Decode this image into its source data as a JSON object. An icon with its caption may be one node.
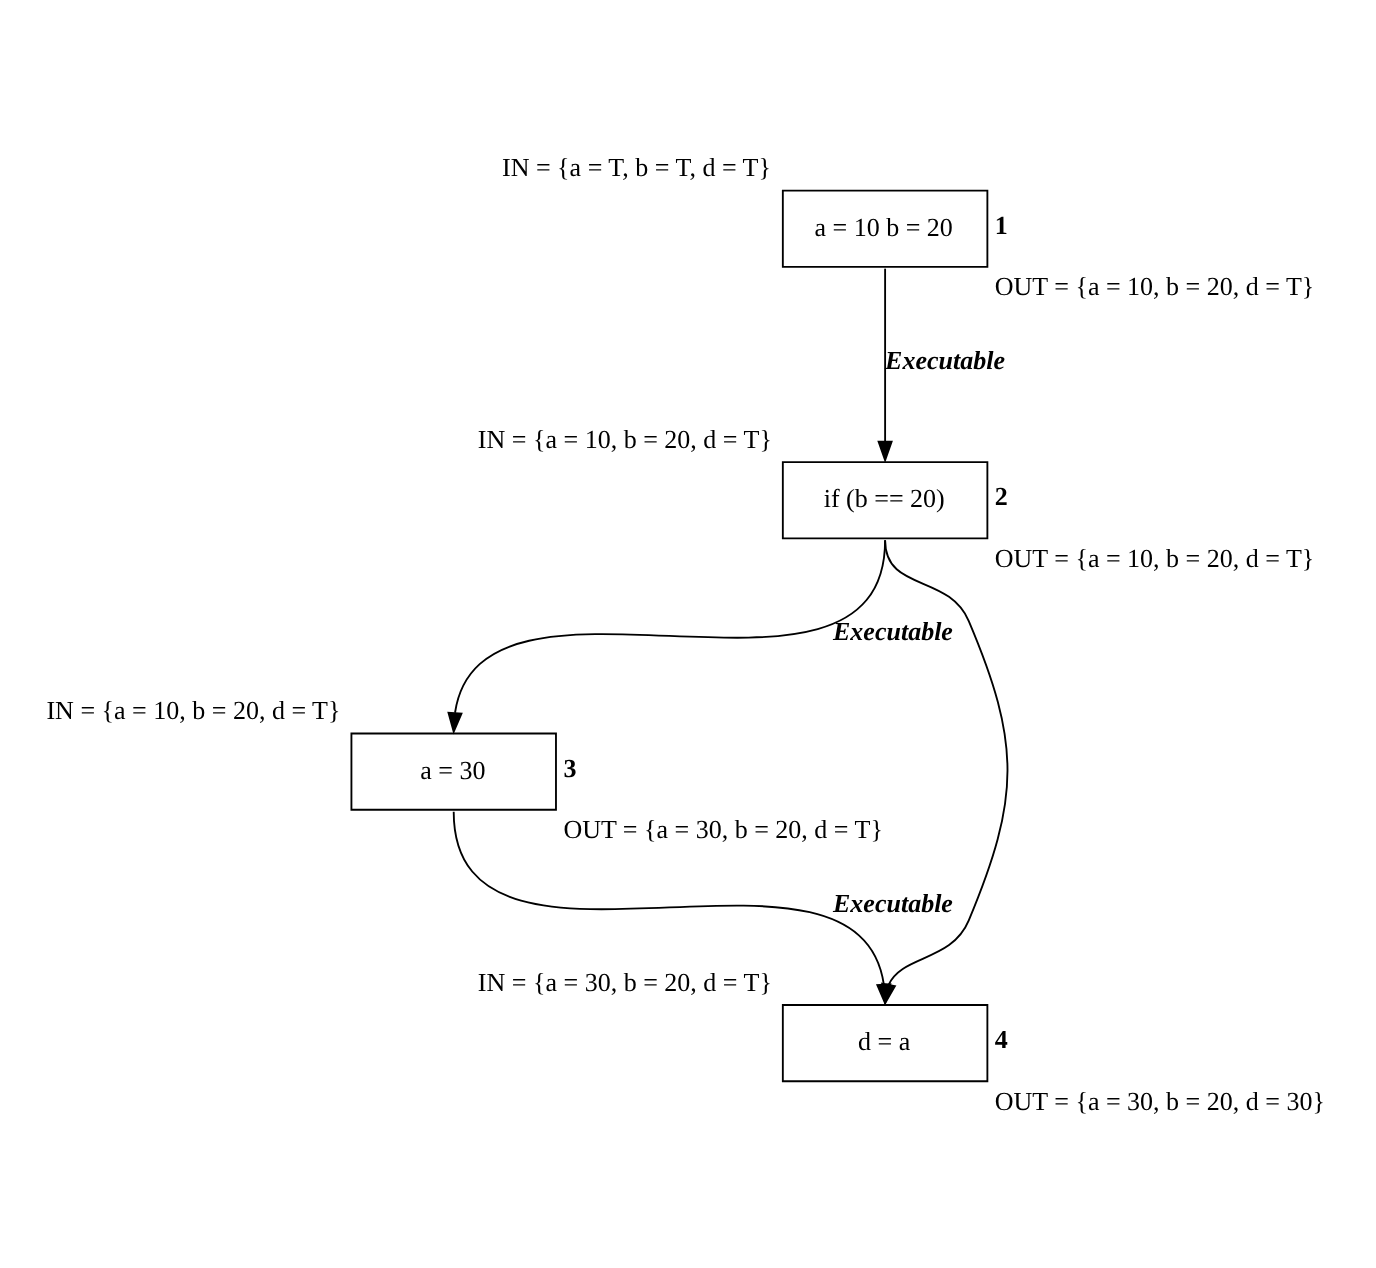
{
  "diagram": {
    "nodes": [
      {
        "text": [
          "a = 10 b = 20"
        ],
        "beside": [
          "IN = {a = T, b = T, d = T}",
          "1",
          "OUT = {a = 10, b = 20, d = T}"
        ]
      },
      {
        "text": [
          "if (b == 20)"
        ],
        "beside": [
          "IN = {a = 10, b = 20, d = T}",
          "2",
          "OUT = {a = 10, b = 20, d = T}"
        ]
      },
      {
        "text": [
          "a = 30"
        ],
        "beside": [
          "IN = {a = 10, b = 20, d = T}",
          "3",
          "OUT = {a = 30, b = 20, d = T}"
        ]
      },
      {
        "text": [
          "d = a"
        ],
        "beside": [
          "IN = {a = 30, b = 20, d = T}",
          "4",
          "OUT = {a = 30, b = 20, d = 30}"
        ]
      }
    ],
    "edges": [
      {
        "from": 0,
        "to": 1,
        "arrow": "to",
        "label": "Executable"
      },
      {
        "from": 1,
        "to": 2,
        "arrow": "to",
        "label": "Executable"
      },
      {
        "from": 1,
        "to": 3,
        "arrow": "to"
      },
      {
        "from": 2,
        "to": 3,
        "arrow": "to",
        "label": "Executable"
      }
    ]
  }
}
